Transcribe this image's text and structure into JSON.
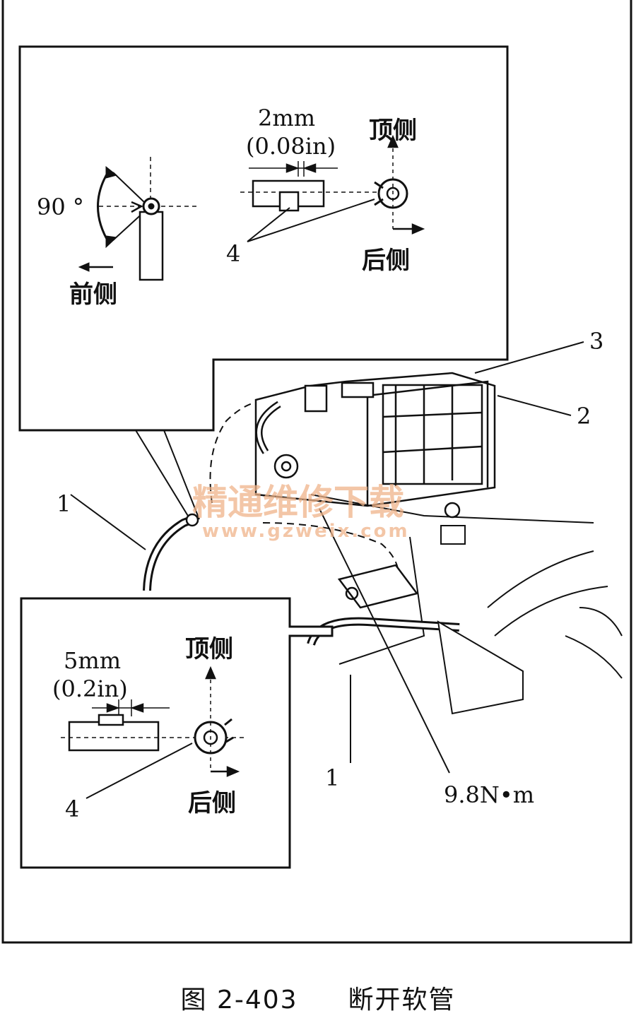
{
  "top_inset": {
    "angle_label": "90 °",
    "front_side": "前侧",
    "gap_mm": "2mm",
    "gap_in": "(0.08in)",
    "top_side": "顶侧",
    "rear_side": "后侧",
    "callout_4": "4"
  },
  "bottom_inset": {
    "gap_mm": "5mm",
    "gap_in": "(0.2in)",
    "top_side": "顶侧",
    "rear_side": "后侧",
    "callout_4": "4"
  },
  "main": {
    "callout_1_upper": "1",
    "callout_1_lower": "1",
    "callout_2": "2",
    "callout_3": "3",
    "torque": "9.8N•m"
  },
  "watermark": {
    "cn": "精通维修下载",
    "url": "www.gzweix.com",
    "color": "#f0b48a"
  },
  "caption": {
    "figure_no": "图 2-403",
    "title": "断开软管"
  }
}
